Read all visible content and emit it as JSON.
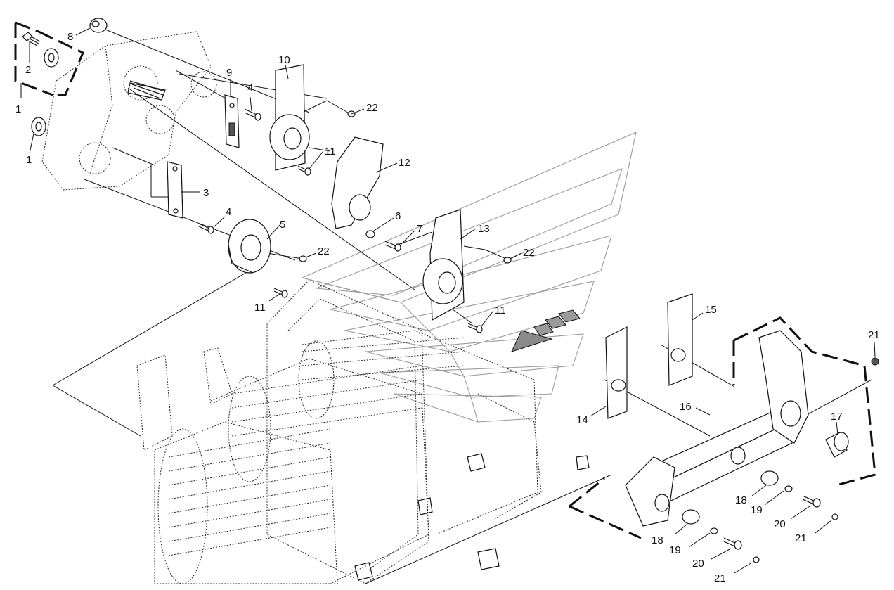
{
  "diagram": {
    "colors": {
      "line": "#111111",
      "background": "#ffffff",
      "watermark": "#9a9a9a"
    },
    "callouts": [
      {
        "id": "c1a",
        "label": "1"
      },
      {
        "id": "c1b",
        "label": "1"
      },
      {
        "id": "c2",
        "label": "2"
      },
      {
        "id": "c3",
        "label": "3"
      },
      {
        "id": "c4a",
        "label": "4"
      },
      {
        "id": "c4b",
        "label": "4"
      },
      {
        "id": "c5",
        "label": "5"
      },
      {
        "id": "c6",
        "label": "6"
      },
      {
        "id": "c7",
        "label": "7"
      },
      {
        "id": "c8",
        "label": "8"
      },
      {
        "id": "c9",
        "label": "9"
      },
      {
        "id": "c10",
        "label": "10"
      },
      {
        "id": "c11a",
        "label": "11"
      },
      {
        "id": "c11b",
        "label": "11"
      },
      {
        "id": "c11c",
        "label": "11"
      },
      {
        "id": "c12",
        "label": "12"
      },
      {
        "id": "c13",
        "label": "13"
      },
      {
        "id": "c14",
        "label": "14"
      },
      {
        "id": "c15",
        "label": "15"
      },
      {
        "id": "c16",
        "label": "16"
      },
      {
        "id": "c17",
        "label": "17"
      },
      {
        "id": "c18a",
        "label": "18"
      },
      {
        "id": "c18b",
        "label": "18"
      },
      {
        "id": "c19a",
        "label": "19"
      },
      {
        "id": "c19b",
        "label": "19"
      },
      {
        "id": "c20a",
        "label": "20"
      },
      {
        "id": "c20b",
        "label": "20"
      },
      {
        "id": "c21a",
        "label": "21"
      },
      {
        "id": "c21b",
        "label": "21"
      },
      {
        "id": "c21c",
        "label": "21"
      },
      {
        "id": "c22a",
        "label": "22"
      },
      {
        "id": "c22b",
        "label": "22"
      },
      {
        "id": "c22c",
        "label": "22"
      }
    ]
  }
}
